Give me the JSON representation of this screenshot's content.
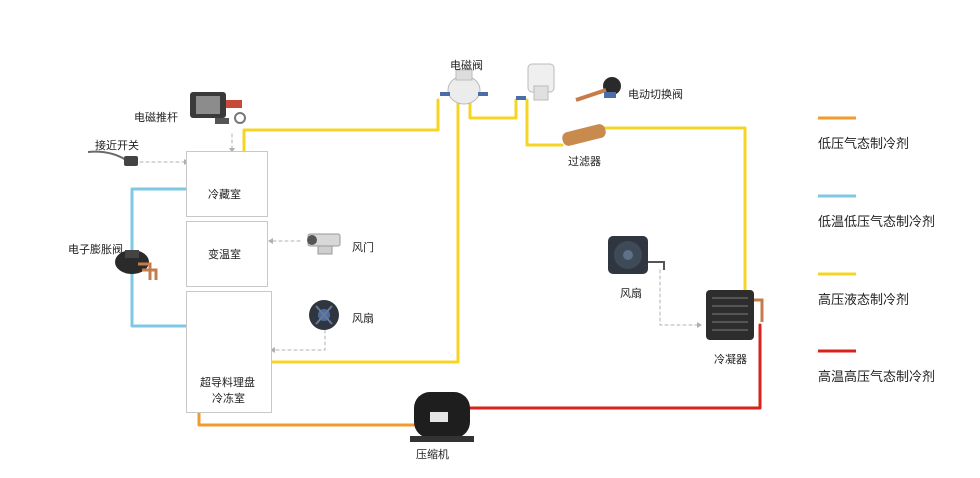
{
  "colors": {
    "low_pressure_gas": "#f29a2e",
    "low_temp_low_pressure_gas": "#7ec8e3",
    "high_pressure_liquid": "#f5d423",
    "high_temp_high_pressure_gas": "#d9221c",
    "aux_line": "#b0b0b0",
    "box_border": "#c8c8c8"
  },
  "compartments": {
    "refrigerator": "冷藏室",
    "variable_temp": "变温室",
    "freezer_line1": "超导料理盘",
    "freezer_line2": "冷冻室"
  },
  "components": {
    "solenoid_pusher": "电磁推杆",
    "proximity_switch": "接近开关",
    "electronic_expansion_valve": "电子膨胀阀",
    "damper": "风门",
    "fan_inner": "风扇",
    "solenoid_valve": "电磁阀",
    "motorized_switching_valve": "电动切换阀",
    "filter": "过滤器",
    "fan_outer": "风扇",
    "condenser": "冷凝器",
    "compressor": "压缩机"
  },
  "legend": [
    {
      "label": "低压气态制冷剂",
      "color_key": "low_pressure_gas"
    },
    {
      "label": "低温低压气态制冷剂",
      "color_key": "low_temp_low_pressure_gas"
    },
    {
      "label": "高压液态制冷剂",
      "color_key": "high_pressure_liquid"
    },
    {
      "label": "高温高压气态制冷剂",
      "color_key": "high_temp_high_pressure_gas"
    }
  ]
}
